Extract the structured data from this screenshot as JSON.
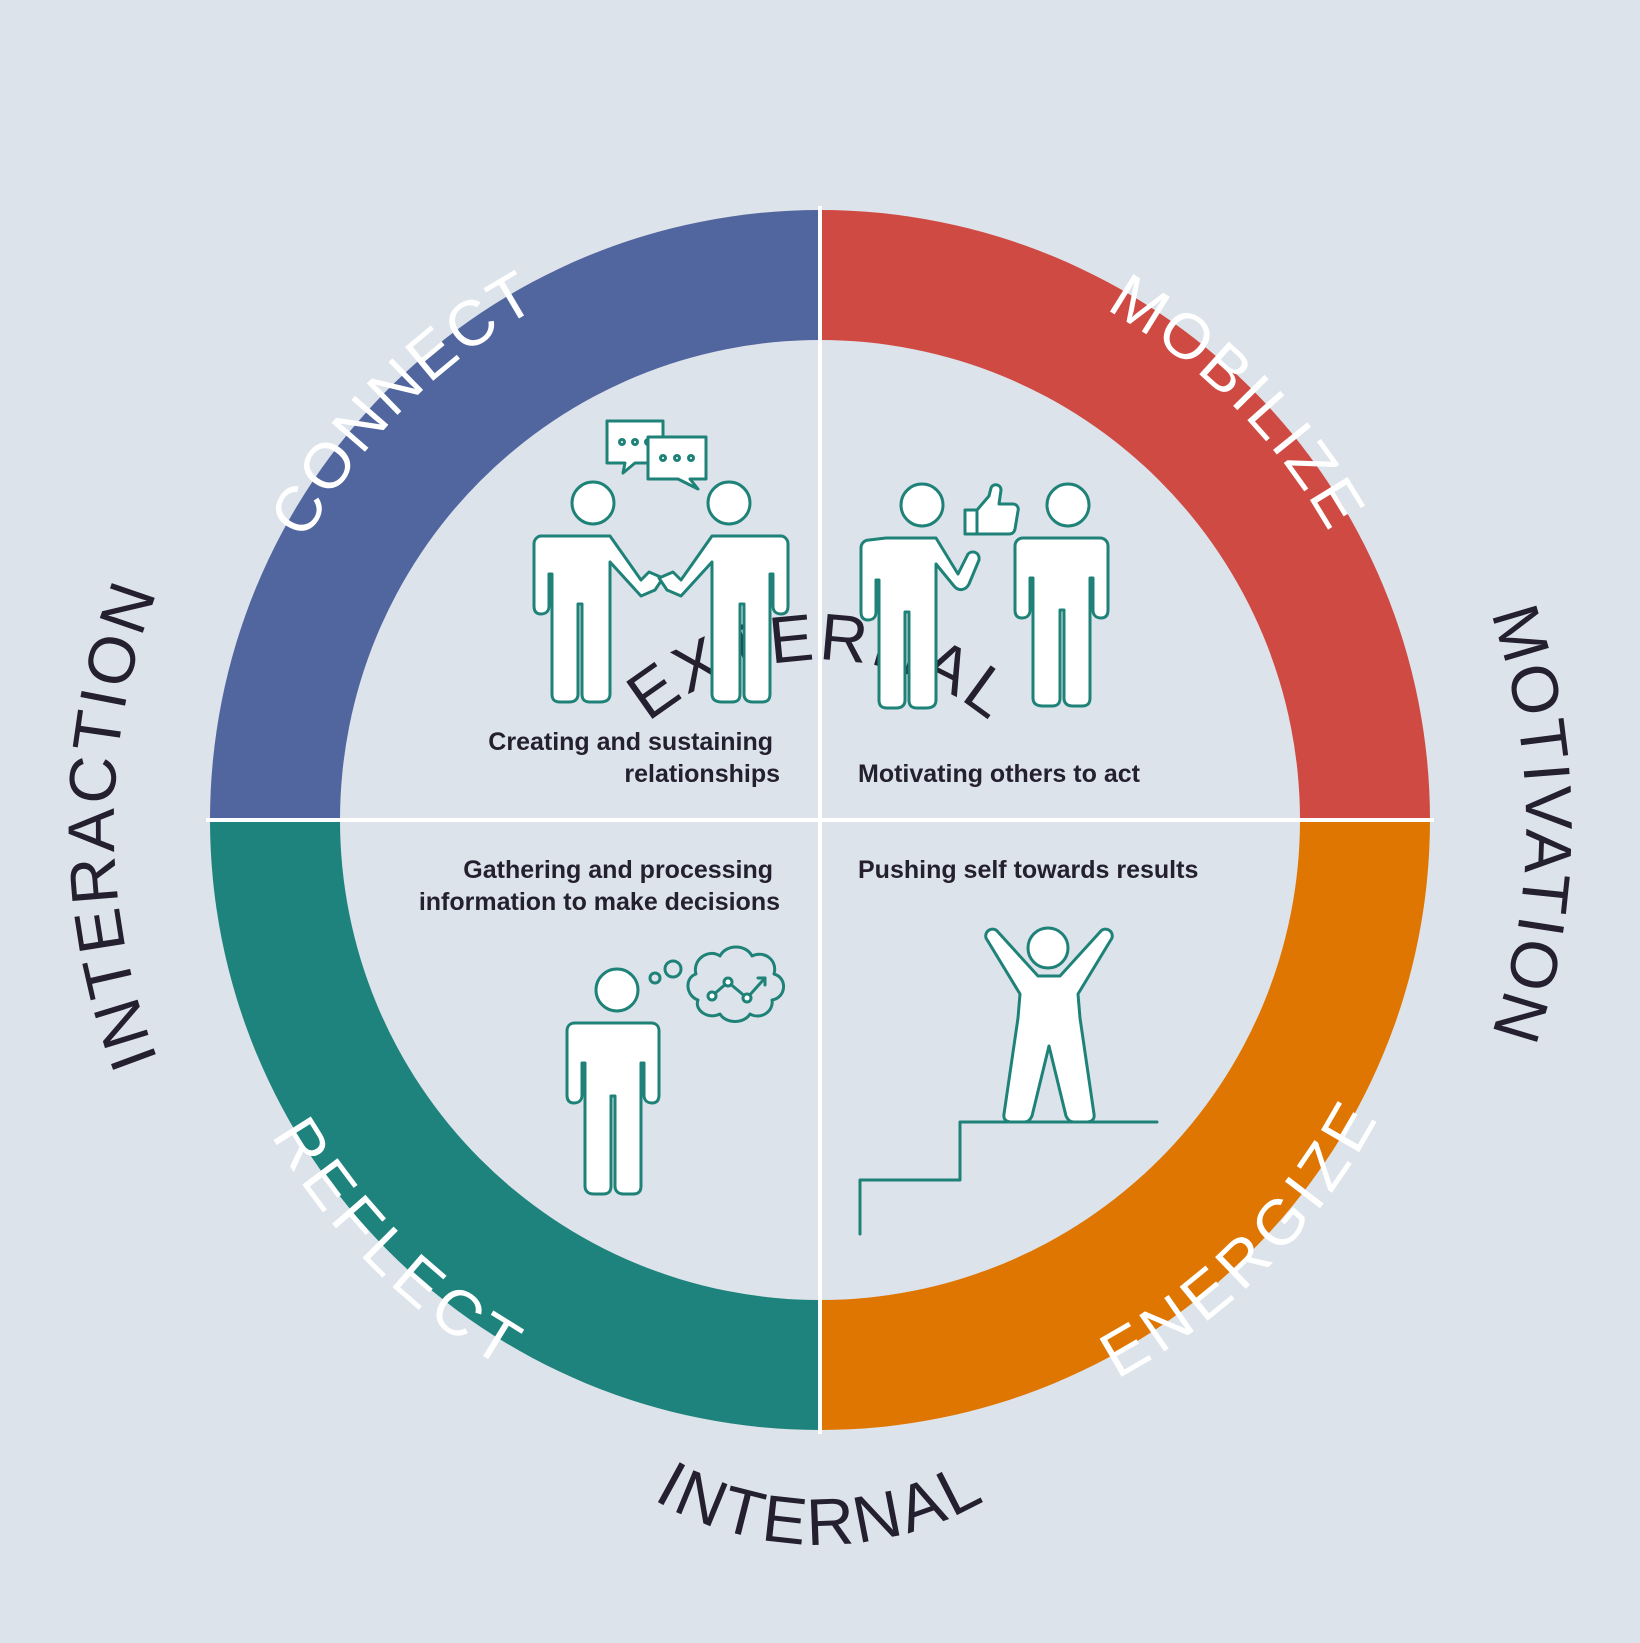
{
  "axes": {
    "top": "EXTERNAL",
    "bottom": "INTERNAL",
    "left": "INTERACTION",
    "right": "MOTIVATION"
  },
  "quadrants": [
    {
      "key": "connect",
      "label": "CONNECT",
      "color": "#51669e",
      "icon": "two-people-talking-icon",
      "description_lines": [
        "Creating and sustaining",
        "relationships"
      ]
    },
    {
      "key": "mobilize",
      "label": "MOBILIZE",
      "color": "#cf4a42",
      "icon": "people-thumbs-up-icon",
      "description_lines": [
        "Motivating others to act"
      ]
    },
    {
      "key": "reflect",
      "label": "REFLECT",
      "color": "#1e837d",
      "icon": "person-thinking-icon",
      "description_lines": [
        "Gathering and processing",
        "information to make decisions"
      ]
    },
    {
      "key": "energize",
      "label": "ENERGIZE",
      "color": "#df7602",
      "icon": "person-climbing-stairs-icon",
      "description_lines": [
        "Pushing self towards results"
      ]
    }
  ],
  "colors": {
    "background": "#dde3ea",
    "icon_stroke": "#1f8278",
    "text_dark": "#24202f"
  }
}
